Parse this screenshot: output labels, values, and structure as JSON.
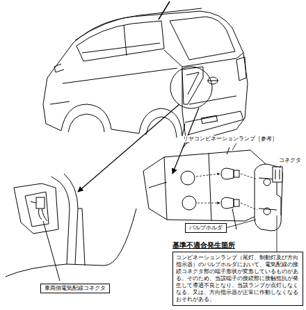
{
  "diagram": {
    "nodes": [
      {
        "text": [
          "バルブホルダ"
        ]
      },
      {
        "text": [
          "基準不適合発生箇所",
          "コンビネーションランプ（尾灯、制動灯及び方向指示器）のバルブホルダにおいて、電気配線の接続コネクタ部の端子形状が変形しているものがある。そのため、当該端子の接続部に接触抵抗が発生して導通不良となり、当該ランプが点灯しなくなる、又は、方向指示器が正常に作動しなくなるおそれがある。"
        ]
      },
      {
        "text": [
          "車両側電気配線コネクタ"
        ]
      }
    ],
    "labels": [
      "リヤコンビネーションランプ［参考］",
      "コネクタ"
    ]
  }
}
